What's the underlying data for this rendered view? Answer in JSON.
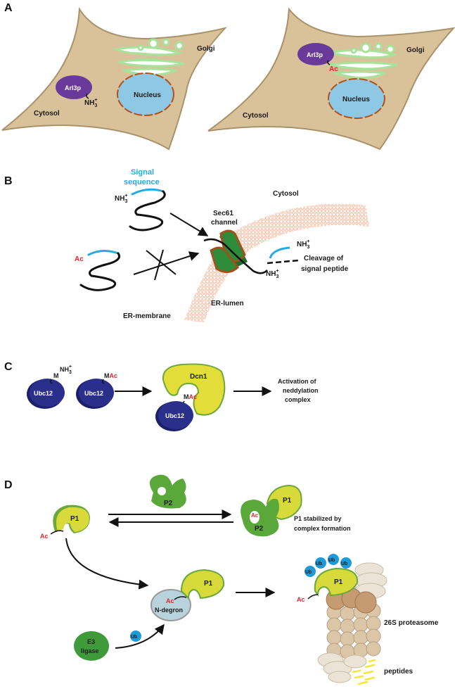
{
  "panels": {
    "a": {
      "letter": "A",
      "left": {
        "protein": "Arl3p",
        "terminus": "NH",
        "terminus_sub": "3",
        "terminus_sup": "+",
        "golgi": "Golgi",
        "nucleus": "Nucleus",
        "cytosol": "Cytosol"
      },
      "right": {
        "protein": "Arl3p",
        "terminus": "Ac",
        "golgi": "Golgi",
        "nucleus": "Nucleus",
        "cytosol": "Cytosol"
      }
    },
    "b": {
      "letter": "B",
      "signal_sequence_line1": "Signal",
      "signal_sequence_line2": "sequence",
      "nh3": "NH",
      "sub3": "3",
      "plus": "+",
      "ac": "Ac",
      "sec61_line1": "Sec61",
      "sec61_line2": "channel",
      "cytosol": "Cytosol",
      "cleavage_line1": "Cleavage of",
      "cleavage_line2": "signal peptide",
      "er_membrane": "ER-membrane",
      "er_lumen": "ER-lumen"
    },
    "c": {
      "letter": "C",
      "ubc12": "Ubc12",
      "m": "M",
      "nh3": "NH",
      "sub3": "3",
      "plus": "+",
      "ac": "Ac",
      "dcn1": "Dcn1",
      "result_line1": "Activation of",
      "result_line2": "neddylation",
      "result_line3": "complex"
    },
    "d": {
      "letter": "D",
      "p1": "P1",
      "p2": "P2",
      "ac": "Ac",
      "stabilized_line1": "P1 stabilized by",
      "stabilized_line2": "complex formation",
      "n_degron": "N-degron",
      "e3_line1": "E3",
      "e3_line2": "ligase",
      "ub": "Ub",
      "proteasome": "26S proteasome",
      "peptides": "peptides"
    }
  },
  "colors": {
    "cell": "#d9c29a",
    "cell_edge": "#a8926a",
    "golgi": "#a8e29a",
    "nucleus": "#8ec8e4",
    "nuclear_envelope": "#b0501c",
    "arl3p": "#6a3a9a",
    "acetyl": "#e0262e",
    "signal": "#27aae1",
    "membrane": "#f4a07a",
    "sec61_green": "#2e8b3a",
    "sec61_brown": "#a0521e",
    "ubc12": "#2b2f8c",
    "dcn1": "#e3dd3a",
    "p1": "#d8d93a",
    "p2": "#5aa83a",
    "ndegron": "#b9d3dc",
    "e3": "#3f9a3a",
    "ub": "#1d9ad8",
    "proteasome_core": "#c69b72",
    "proteasome_ring": "#dcc6a8",
    "proteasome_cap": "#ebe4d6",
    "peptides": "#f2e83a"
  }
}
